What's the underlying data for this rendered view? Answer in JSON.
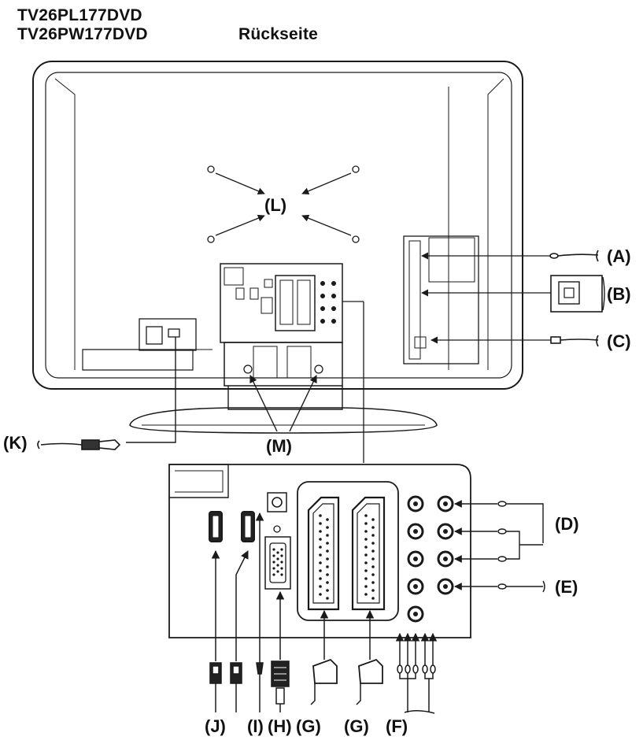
{
  "header": {
    "model_1": "TV26PL177DVD",
    "model_2": "TV26PW177DVD",
    "view_title": "Rückseite"
  },
  "callouts": {
    "A": "(A)",
    "B": "(B)",
    "C": "(C)",
    "D": "(D)",
    "E": "(E)",
    "F": "(F)",
    "G1": "(G)",
    "G2": "(G)",
    "H": "(H)",
    "I": "(I)",
    "J": "(J)",
    "K": "(K)",
    "L": "(L)",
    "M": "(M)"
  },
  "colors": {
    "line": "#1a1a1a",
    "paper": "#ffffff"
  }
}
